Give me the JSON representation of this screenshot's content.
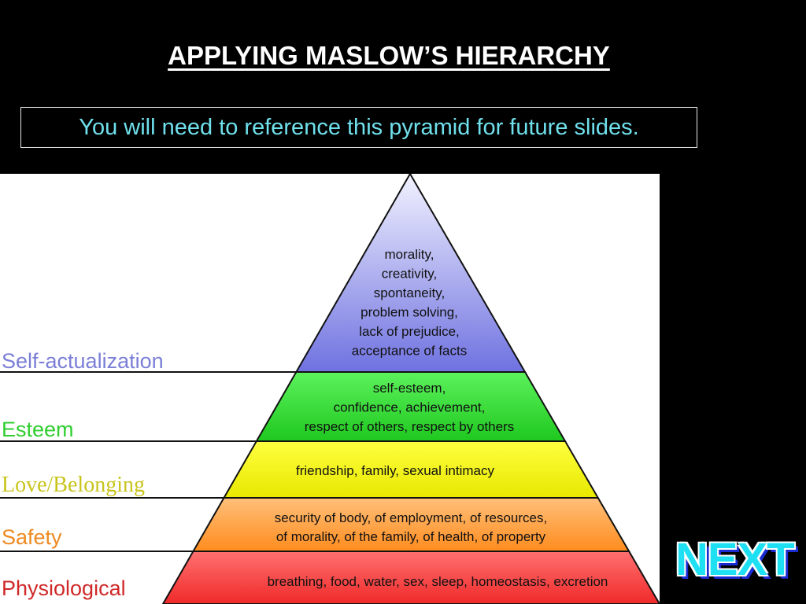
{
  "slide": {
    "title": "APPLYING MASLOW’S HIERARCHY",
    "subtitle": "You will need to reference this pyramid for future slides.",
    "next_label": "NEXT"
  },
  "pyramid": {
    "levels": [
      {
        "label": "Self-actualization",
        "label_color": "#7b7fd6",
        "fill_top": "#f2f2ff",
        "fill_bottom": "#6f72e0",
        "lines": [
          "morality,",
          "creativity,",
          "spontaneity,",
          "problem solving,",
          "lack of prejudice,",
          "acceptance of facts"
        ]
      },
      {
        "label": "Esteem",
        "label_color": "#2fce2f",
        "fill_top": "#5cf25c",
        "fill_bottom": "#1fc81f",
        "lines": [
          "self-esteem,",
          "confidence, achievement,",
          "respect of others, respect by others"
        ]
      },
      {
        "label": "Love/Belonging",
        "label_color": "#c8c41c",
        "fill_top": "#ffff40",
        "fill_bottom": "#e8e800",
        "lines": [
          "friendship, family, sexual intimacy"
        ]
      },
      {
        "label": "Safety",
        "label_color": "#ee8a22",
        "fill_top": "#ffc07a",
        "fill_bottom": "#ff8c1e",
        "lines": [
          "security of body, of employment, of resources,",
          "of morality, of the family, of health, of property"
        ]
      },
      {
        "label": "Physiological",
        "label_color": "#d02828",
        "fill_top": "#ff7070",
        "fill_bottom": "#f02a2a",
        "lines": [
          "breathing, food, water, sex, sleep, homeostasis, excretion"
        ]
      }
    ]
  }
}
